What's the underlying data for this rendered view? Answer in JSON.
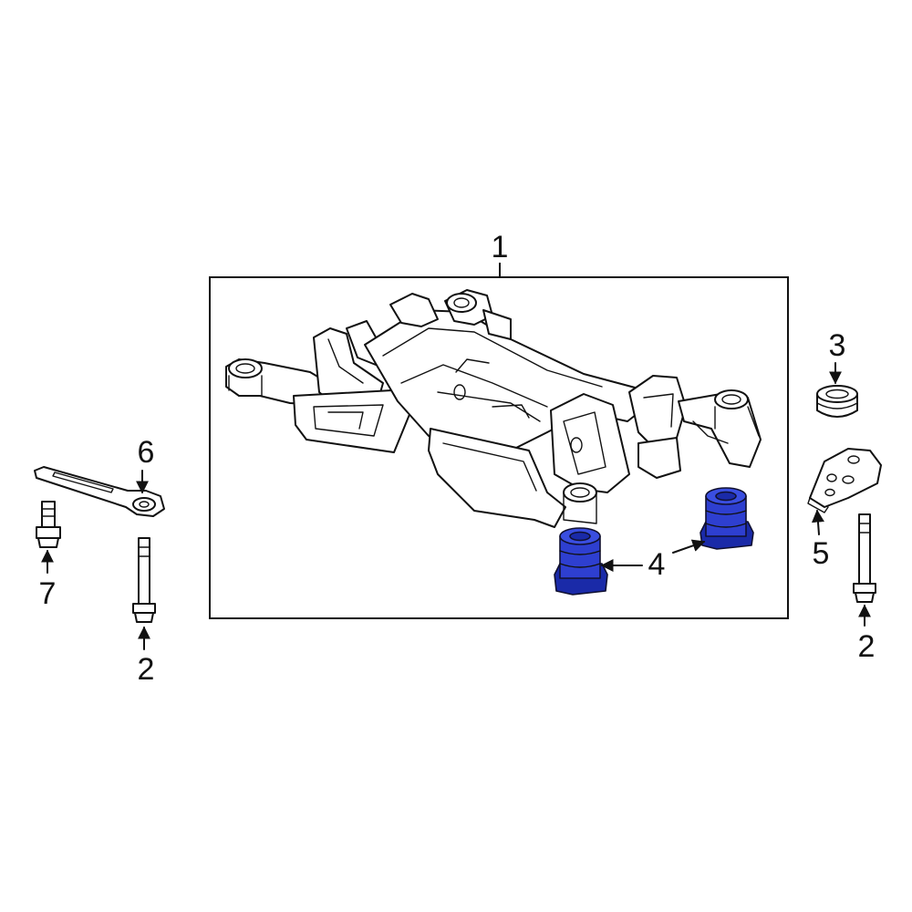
{
  "callouts": {
    "subframe": "1",
    "bolt_left": "2",
    "bolt_right": "2",
    "stopper": "3",
    "bushing": "4",
    "bracket_right": "5",
    "brace_left": "6",
    "bolt_small": "7"
  },
  "colors": {
    "line": "#111111",
    "highlight": "#2e3fd0",
    "highlight_dark": "#1a2aa8",
    "background": "#ffffff"
  }
}
